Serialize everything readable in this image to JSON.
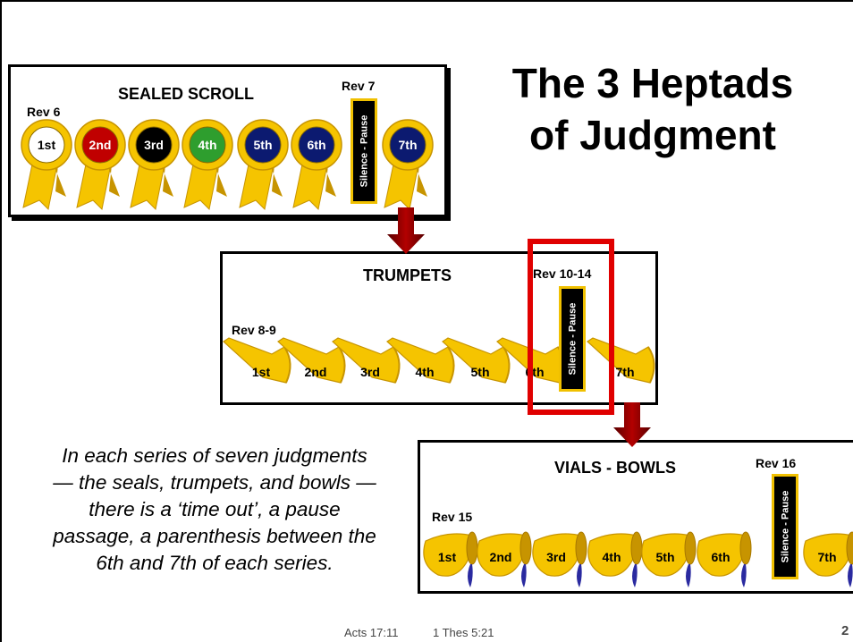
{
  "title_lines": [
    "The 3 Heptads",
    "of Judgment"
  ],
  "seals": {
    "heading": "SEALED SCROLL",
    "ref_left": "Rev 6",
    "ref_pause": "Rev 7",
    "pause_label": "Silence - Pause",
    "items": [
      {
        "label": "1st",
        "color": "#ffffff",
        "text_color": "#000000"
      },
      {
        "label": "2nd",
        "color": "#c00000",
        "text_color": "#ffffff"
      },
      {
        "label": "3rd",
        "color": "#000000",
        "text_color": "#ffffff"
      },
      {
        "label": "4th",
        "color": "#2e9e2e",
        "text_color": "#ffffff"
      },
      {
        "label": "5th",
        "color": "#0c1a70",
        "text_color": "#ffffff"
      },
      {
        "label": "6th",
        "color": "#0c1a70",
        "text_color": "#ffffff"
      },
      {
        "label": "7th",
        "color": "#0c1a70",
        "text_color": "#ffffff"
      }
    ]
  },
  "trumpets": {
    "heading": "TRUMPETS",
    "ref_left": "Rev 8-9",
    "ref_pause": "Rev 10-14",
    "pause_label": "Silence - Pause",
    "items": [
      "1st",
      "2nd",
      "3rd",
      "4th",
      "5th",
      "6th",
      "7th"
    ]
  },
  "vials": {
    "heading": "VIALS - BOWLS",
    "ref_left": "Rev 15",
    "ref_pause": "Rev 16",
    "pause_label": "Silence - Pause",
    "items": [
      "1st",
      "2nd",
      "3rd",
      "4th",
      "5th",
      "6th",
      "7th"
    ]
  },
  "body_lines": [
    "In each series of seven judgments",
    "— the seals, trumpets, and bowls —",
    "there is a ‘time out’, a pause",
    "passage, a parenthesis between the",
    "6th and 7th of each series."
  ],
  "footer": {
    "ref1": "Acts 17:11",
    "ref2": "1 Thes 5:21",
    "page_number": "2"
  },
  "colors": {
    "gold": "#f5c400",
    "gold_dark": "#c79400",
    "arrow": "#8b0000",
    "highlight": "#e00000",
    "bowl_drip": "#2a2aa0"
  }
}
